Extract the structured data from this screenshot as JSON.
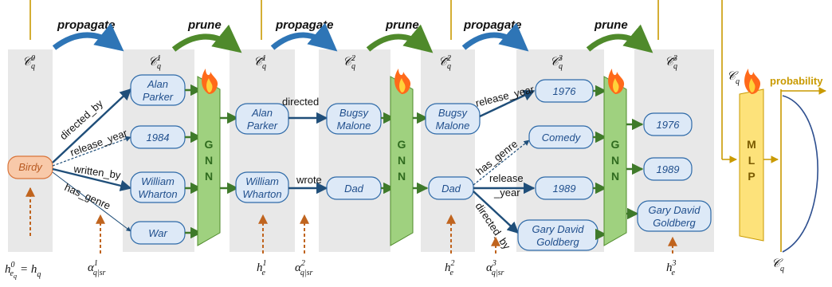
{
  "operations": {
    "propagate": "propagate",
    "prune": "prune"
  },
  "sets": {
    "c0": "𝒞",
    "c0_sup": "0",
    "c0_sub": "q",
    "c1": "𝒞",
    "c1_sup": "1",
    "c1_sub": "q",
    "c1t": "𝒞̃",
    "c1t_sup": "1",
    "c1t_sub": "q",
    "c2": "𝒞",
    "c2_sup": "2",
    "c2_sub": "q",
    "c2t": "𝒞̃",
    "c2t_sup": "2",
    "c2t_sub": "q",
    "c3": "𝒞",
    "c3_sup": "3",
    "c3_sub": "q",
    "c3t": "𝒞̃",
    "c3t_sup": "3",
    "c3t_sub": "q",
    "cq": "𝒞",
    "cq_sub": "q",
    "cq_bottom": "𝒞",
    "cq_bottom_sub": "q"
  },
  "entities": {
    "query": "Birdy",
    "col1": [
      "Alan\nParker",
      "1984",
      "William\nWharton",
      "War"
    ],
    "col2": [
      "Alan\nParker",
      "William\nWharton"
    ],
    "col3": [
      "Bugsy\nMalone",
      "Dad"
    ],
    "col4": [
      "Bugsy\nMalone",
      "Dad"
    ],
    "col5": [
      "1976",
      "Comedy",
      "1989",
      "Gary David\nGoldberg"
    ],
    "col6": [
      "1976",
      "1989",
      "Gary David\nGoldberg"
    ]
  },
  "relations": {
    "directed_by": "directed_by",
    "release_year": "release_year",
    "written_by": "written_by",
    "has_genre": "has_genre",
    "directed": "directed",
    "wrote": "wrote",
    "release_year_1": "release_year",
    "has_genre_2": "has_genre",
    "release_line1": "release",
    "release_line2": "_year",
    "directed_by_2": "directed_by"
  },
  "modules": {
    "gnn": [
      "G",
      "N",
      "N"
    ],
    "mlp": [
      "M",
      "L",
      "P"
    ]
  },
  "output": {
    "probability": "probability"
  },
  "bottom_labels": {
    "h0_main": "h",
    "h0_sup": "0",
    "h0_sub": "e",
    "h0_subsub": "q",
    "h0_eq": "= h",
    "h0_eq_sub": "q",
    "a1": "α",
    "a1_sup": "1",
    "a1_sub": "q|sr",
    "h1": "h",
    "h1_sup": "1",
    "h1_sub": "e",
    "a2": "α",
    "a2_sup": "2",
    "a2_sub": "q|sr",
    "h2": "h",
    "h2_sup": "2",
    "h2_sub": "e",
    "a3": "α",
    "a3_sup": "3",
    "a3_sub": "q|sr",
    "h3": "h",
    "h3_sup": "3",
    "h3_sub": "e"
  },
  "colors": {
    "entity_fill": "#dde9f7",
    "query_fill": "#f8c9a9",
    "gnn_fill": "#9fd17f",
    "mlp_fill": "#fde27a",
    "arrow_blue": "#2e75b6",
    "arrow_green": "#4f8a2b",
    "gold": "#c99a00",
    "orange": "#c0641e"
  }
}
